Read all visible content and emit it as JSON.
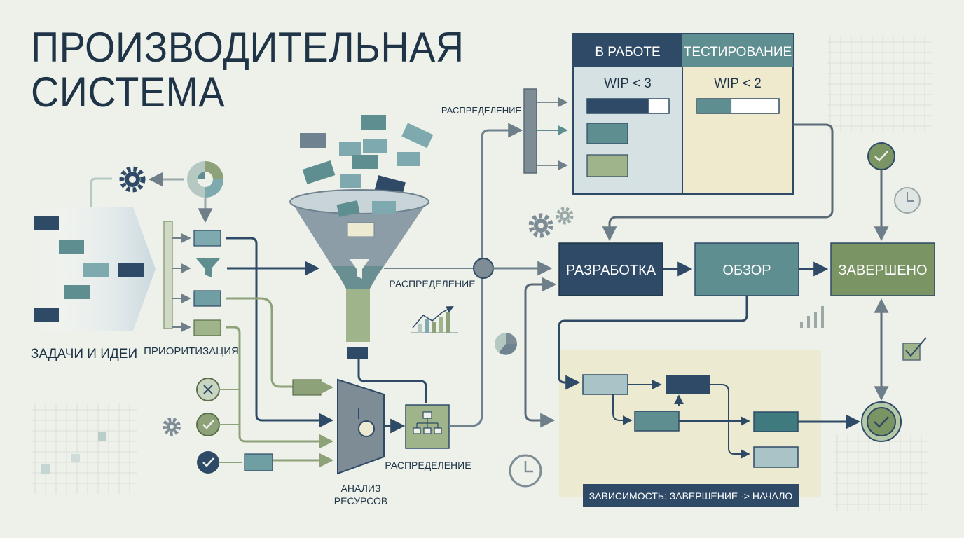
{
  "title": {
    "line1": "ПРОИЗВОДИТЕЛЬНАЯ",
    "line2": "СИСТЕМА"
  },
  "labels": {
    "tasks": "ЗАДАЧИ И ИДЕИ",
    "prioritization": "ПРИОРИТИЗАЦИЯ",
    "distribution": "РАСПРЕДЕЛЕНИЕ",
    "resource_analysis_line1": "АНАЛИЗ",
    "resource_analysis_line2": "РЕСУРСОВ"
  },
  "board": {
    "in_progress": {
      "header": "В РАБОТЕ",
      "wip": "WIP < 3",
      "progress": 0.75
    },
    "testing": {
      "header": "ТЕСТИРОВАНИЕ",
      "wip": "WIP < 2",
      "progress": 0.42
    }
  },
  "pipeline": {
    "development": "РАЗРАБОТКА",
    "review": "ОБЗОР",
    "done": "ЗАВЕРШЕНО"
  },
  "dependency_note": "ЗАВИСИМОСТЬ: ЗАВЕРШЕНИЕ -> НАЧАЛО",
  "colors": {
    "background": "#eef1ea",
    "navy": "#2e4a67",
    "teal": "#5f8e91",
    "light_teal": "#7ea9ae",
    "sage": "#8ea27a",
    "green": "#7b9463",
    "beige": "#ecead1",
    "ink": "#1f3547"
  }
}
